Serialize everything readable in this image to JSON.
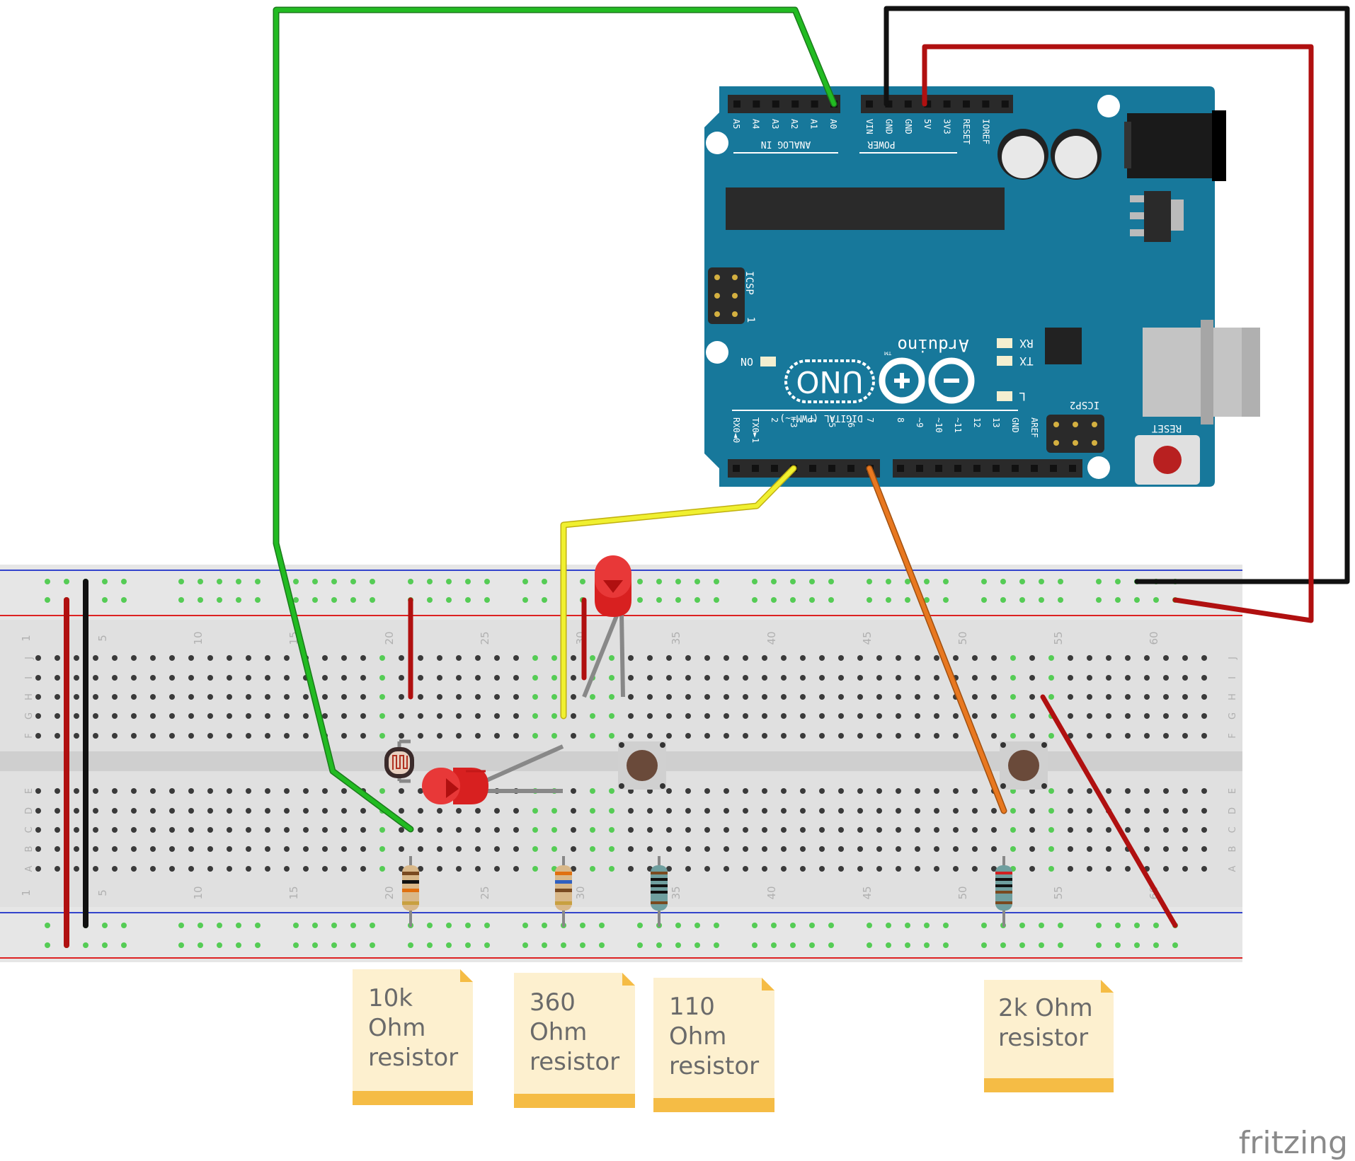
{
  "arduino": {
    "brand": "Arduino",
    "model": "UNO",
    "tm": "TM",
    "analog_header": "ANALOG IN",
    "power_header": "POWER",
    "digital_header": "DIGITAL (PWM=~)",
    "analog_pins": [
      "A5",
      "A4",
      "A3",
      "A2",
      "A1",
      "A0"
    ],
    "power_pins": [
      "VIN",
      "GND",
      "GND",
      "5V",
      "3V3",
      "RESET",
      "IOREF"
    ],
    "digital_pins_low": [
      "RX0◄0",
      "TX0►1",
      "2",
      "~3",
      "4",
      "~5",
      "~6",
      "7"
    ],
    "digital_pins_high": [
      "8",
      "~9",
      "~10",
      "~11",
      "12",
      "13",
      "GND",
      "AREF"
    ],
    "icsp_label": "ICSP",
    "icsp2_label": "ICSP2",
    "icsp_one": "1",
    "on_label": "ON",
    "rx_label": "RX",
    "tx_label": "TX",
    "l_label": "L",
    "reset_label": "RESET",
    "board_color": "#17789b"
  },
  "breadboard": {
    "row_letters_top": [
      "J",
      "I",
      "H",
      "G",
      "F"
    ],
    "row_letters_bottom": [
      "E",
      "D",
      "C",
      "B",
      "A"
    ],
    "column_numbers": [
      "1",
      "5",
      "10",
      "15",
      "20",
      "25",
      "30",
      "35",
      "40",
      "45",
      "50",
      "55",
      "60"
    ]
  },
  "notes": [
    {
      "text_lines": [
        "10k",
        "Ohm",
        "resistor"
      ]
    },
    {
      "text_lines": [
        "360",
        "Ohm",
        "resistor"
      ]
    },
    {
      "text_lines": [
        "110",
        "Ohm",
        "resistor"
      ]
    },
    {
      "text_lines": [
        "2k Ohm",
        "resistor"
      ]
    }
  ],
  "watermark": "fritzing",
  "colors": {
    "wire_green": "#22aa22",
    "wire_black": "#222222",
    "wire_red": "#cc1111",
    "wire_yellow": "#f0e020",
    "wire_orange": "#e07010",
    "wire_grey": "#888888",
    "note_bg": "#fdf0cf",
    "note_band": "#f5bc45"
  }
}
